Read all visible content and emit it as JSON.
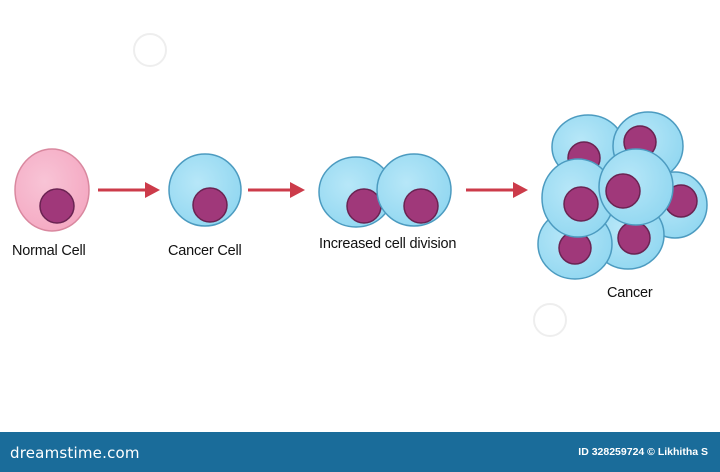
{
  "colors": {
    "normal_cell_fill": "#f4a7c1",
    "normal_cell_stroke": "#d9889f",
    "cancer_cell_fill": "#8fd6f0",
    "cancer_cell_stroke": "#4c9bc0",
    "nucleus_fill": "#a0387a",
    "nucleus_stroke": "#6a2352",
    "arrow": "#cc3b4a",
    "footer_bg": "#1a6c9a"
  },
  "stages": [
    {
      "label": "Normal Cell"
    },
    {
      "label": "Cancer Cell"
    },
    {
      "label": "Increased cell division"
    },
    {
      "label": "Cancer"
    }
  ],
  "footer": {
    "brand": "dreamstime.com",
    "credit": "ID 328259724 © Likhitha S"
  }
}
